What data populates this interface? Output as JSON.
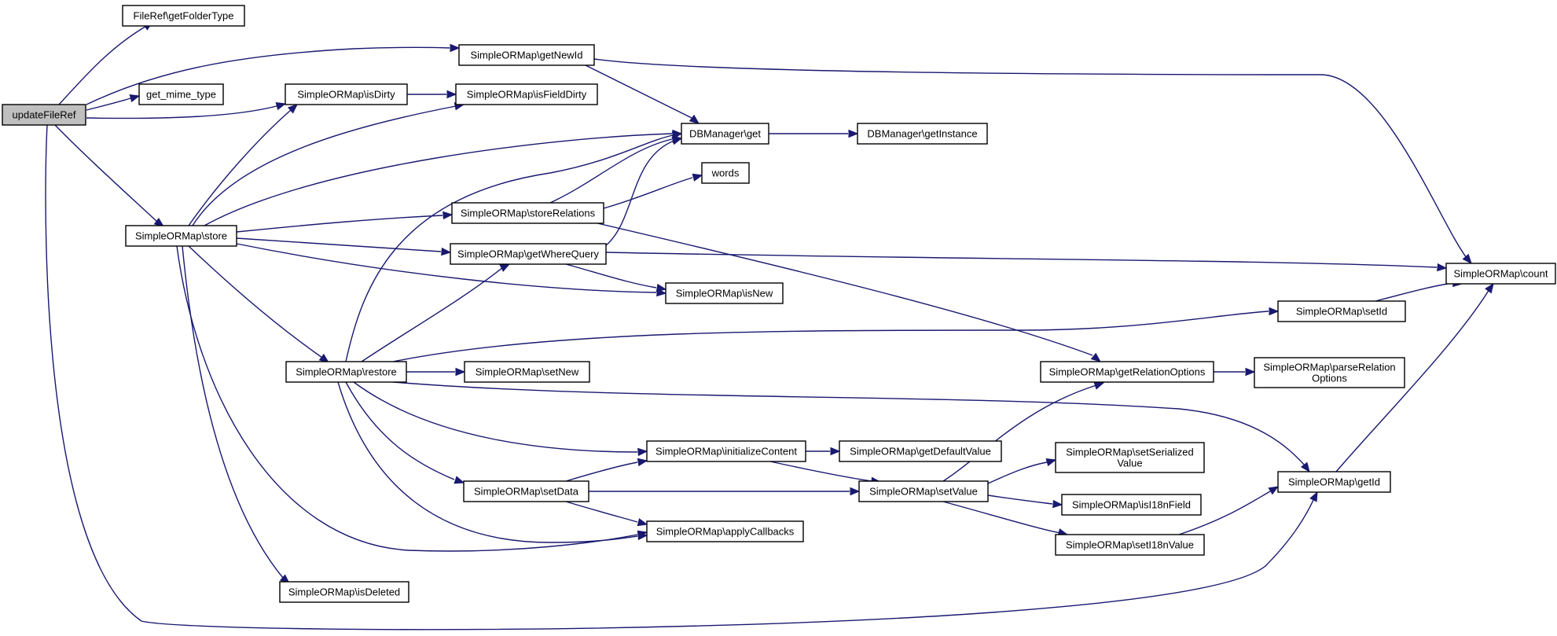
{
  "diagram": {
    "type": "call-graph",
    "nodes": [
      {
        "id": "updateFileRef",
        "lines": [
          "updateFileRef"
        ],
        "root": true
      },
      {
        "id": "getFolderType",
        "lines": [
          "FileRef\\getFolderType"
        ]
      },
      {
        "id": "get_mime_type",
        "lines": [
          "get_mime_type"
        ]
      },
      {
        "id": "getNewId",
        "lines": [
          "SimpleORMap\\getNewId"
        ]
      },
      {
        "id": "isDirty",
        "lines": [
          "SimpleORMap\\isDirty"
        ]
      },
      {
        "id": "isFieldDirty",
        "lines": [
          "SimpleORMap\\isFieldDirty"
        ]
      },
      {
        "id": "store",
        "lines": [
          "SimpleORMap\\store"
        ]
      },
      {
        "id": "dbget",
        "lines": [
          "DBManager\\get"
        ]
      },
      {
        "id": "getInstance",
        "lines": [
          "DBManager\\getInstance"
        ]
      },
      {
        "id": "words",
        "lines": [
          "words"
        ]
      },
      {
        "id": "storeRelations",
        "lines": [
          "SimpleORMap\\storeRelations"
        ]
      },
      {
        "id": "getWhereQuery",
        "lines": [
          "SimpleORMap\\getWhereQuery"
        ]
      },
      {
        "id": "isNew",
        "lines": [
          "SimpleORMap\\isNew"
        ]
      },
      {
        "id": "count",
        "lines": [
          "SimpleORMap\\count"
        ]
      },
      {
        "id": "setId",
        "lines": [
          "SimpleORMap\\setId"
        ]
      },
      {
        "id": "restore",
        "lines": [
          "SimpleORMap\\restore"
        ]
      },
      {
        "id": "setNew",
        "lines": [
          "SimpleORMap\\setNew"
        ]
      },
      {
        "id": "getRelationOptions",
        "lines": [
          "SimpleORMap\\getRelationOptions"
        ]
      },
      {
        "id": "parseRelationOptions",
        "lines": [
          "SimpleORMap\\parseRelation",
          "Options"
        ]
      },
      {
        "id": "initializeContent",
        "lines": [
          "SimpleORMap\\initializeContent"
        ]
      },
      {
        "id": "getDefaultValue",
        "lines": [
          "SimpleORMap\\getDefaultValue"
        ]
      },
      {
        "id": "setSerializedValue",
        "lines": [
          "SimpleORMap\\setSerialized",
          "Value"
        ]
      },
      {
        "id": "setData",
        "lines": [
          "SimpleORMap\\setData"
        ]
      },
      {
        "id": "setValue",
        "lines": [
          "SimpleORMap\\setValue"
        ]
      },
      {
        "id": "getId",
        "lines": [
          "SimpleORMap\\getId"
        ]
      },
      {
        "id": "isI18nField",
        "lines": [
          "SimpleORMap\\isI18nField"
        ]
      },
      {
        "id": "applyCallbacks",
        "lines": [
          "SimpleORMap\\applyCallbacks"
        ]
      },
      {
        "id": "setI18nValue",
        "lines": [
          "SimpleORMap\\setI18nValue"
        ]
      },
      {
        "id": "isDeleted",
        "lines": [
          "SimpleORMap\\isDeleted"
        ]
      }
    ],
    "edges": [
      {
        "from": "updateFileRef",
        "to": "getFolderType"
      },
      {
        "from": "updateFileRef",
        "to": "getNewId"
      },
      {
        "from": "updateFileRef",
        "to": "get_mime_type"
      },
      {
        "from": "updateFileRef",
        "to": "isDirty"
      },
      {
        "from": "updateFileRef",
        "to": "store"
      },
      {
        "from": "updateFileRef",
        "to": "getId"
      },
      {
        "from": "getNewId",
        "to": "dbget"
      },
      {
        "from": "getNewId",
        "to": "count"
      },
      {
        "from": "isDirty",
        "to": "isFieldDirty"
      },
      {
        "from": "store",
        "to": "isDirty"
      },
      {
        "from": "store",
        "to": "isFieldDirty"
      },
      {
        "from": "store",
        "to": "dbget"
      },
      {
        "from": "store",
        "to": "storeRelations"
      },
      {
        "from": "store",
        "to": "getWhereQuery"
      },
      {
        "from": "store",
        "to": "isNew"
      },
      {
        "from": "store",
        "to": "restore"
      },
      {
        "from": "store",
        "to": "applyCallbacks"
      },
      {
        "from": "store",
        "to": "isDeleted"
      },
      {
        "from": "dbget",
        "to": "getInstance"
      },
      {
        "from": "storeRelations",
        "to": "dbget"
      },
      {
        "from": "storeRelations",
        "to": "words"
      },
      {
        "from": "storeRelations",
        "to": "getRelationOptions"
      },
      {
        "from": "getWhereQuery",
        "to": "dbget"
      },
      {
        "from": "getWhereQuery",
        "to": "isNew"
      },
      {
        "from": "getWhereQuery",
        "to": "count"
      },
      {
        "from": "setId",
        "to": "count"
      },
      {
        "from": "restore",
        "to": "dbget"
      },
      {
        "from": "restore",
        "to": "getWhereQuery"
      },
      {
        "from": "restore",
        "to": "setId"
      },
      {
        "from": "restore",
        "to": "setNew"
      },
      {
        "from": "restore",
        "to": "getId"
      },
      {
        "from": "restore",
        "to": "initializeContent"
      },
      {
        "from": "restore",
        "to": "setData"
      },
      {
        "from": "restore",
        "to": "applyCallbacks"
      },
      {
        "from": "getRelationOptions",
        "to": "parseRelationOptions"
      },
      {
        "from": "initializeContent",
        "to": "getDefaultValue"
      },
      {
        "from": "initializeContent",
        "to": "setValue"
      },
      {
        "from": "setData",
        "to": "initializeContent"
      },
      {
        "from": "setData",
        "to": "setValue"
      },
      {
        "from": "setData",
        "to": "applyCallbacks"
      },
      {
        "from": "setValue",
        "to": "getRelationOptions"
      },
      {
        "from": "setValue",
        "to": "setSerializedValue"
      },
      {
        "from": "setValue",
        "to": "isI18nField"
      },
      {
        "from": "setValue",
        "to": "setI18nValue"
      },
      {
        "from": "getId",
        "to": "count"
      },
      {
        "from": "setI18nValue",
        "to": "getId"
      }
    ]
  }
}
